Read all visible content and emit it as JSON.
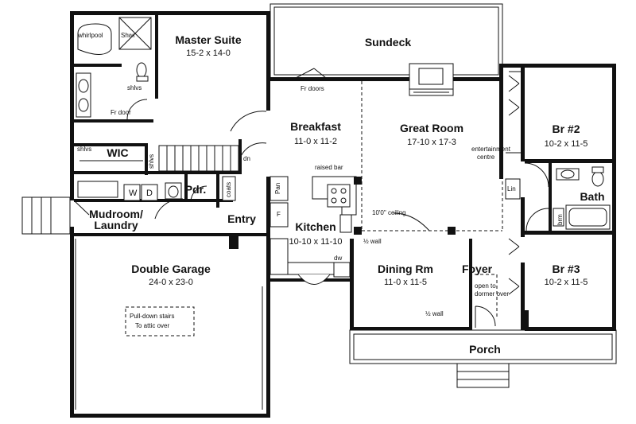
{
  "rooms": {
    "master_suite": {
      "name": "Master Suite",
      "dims": "15-2 x 14-0"
    },
    "sundeck": {
      "name": "Sundeck"
    },
    "breakfast": {
      "name": "Breakfast",
      "dims": "11-0 x 11-2"
    },
    "great_room": {
      "name": "Great Room",
      "dims": "17-10 x 17-3"
    },
    "br2": {
      "name": "Br #2",
      "dims": "10-2 x 11-5"
    },
    "wic": {
      "name": "WIC"
    },
    "pdr": {
      "name": "Pdr."
    },
    "mudroom": {
      "name": "Mudroom/​Laundry",
      "line1": "Mudroom/",
      "line2": "Laundry"
    },
    "entry": {
      "name": "Entry"
    },
    "kitchen": {
      "name": "Kitchen",
      "dims": "10-10 x 11-10"
    },
    "bath": {
      "name": "Bath"
    },
    "double_garage": {
      "name": "Double Garage",
      "dims": "24-0 x 23-0"
    },
    "dining": {
      "name": "Dining Rm",
      "dims": "11-0 x 11-5"
    },
    "foyer": {
      "name": "Foyer"
    },
    "br3": {
      "name": "Br #3",
      "dims": "10-2 x 11-5"
    },
    "porch": {
      "name": "Porch"
    }
  },
  "labels": {
    "whirlpool": "whirlpool",
    "shwr": "Shwr",
    "shlvs_master": "shlvs",
    "fr_door": "Fr door",
    "shlvs_wic": "shlvs",
    "shlvs_stair": "shlvs",
    "fr_doors": "Fr doors",
    "dn": "dn",
    "raised_bar": "raised bar",
    "entertainment_1": "entertainment",
    "entertainment_2": "centre",
    "lin": "Lin",
    "w": "W",
    "d": "D",
    "coats": "coats",
    "pan": "Pan",
    "f": "F",
    "ceiling": "10'0\" ceiling",
    "half_wall_1": "½ wall",
    "brm": "brm",
    "dw": "dw",
    "open_dormer_1": "open to",
    "open_dormer_2": "dormer over",
    "half_wall_2": "½ wall",
    "pulldown_1": "Pull-down stairs",
    "pulldown_2": "To attic over"
  }
}
